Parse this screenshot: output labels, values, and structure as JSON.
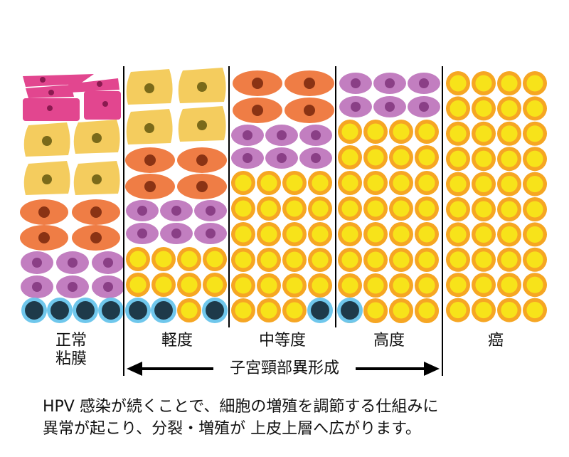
{
  "stages": [
    {
      "id": "normal",
      "label_line1": "正常",
      "label_line2": "粘膜"
    },
    {
      "id": "mild",
      "label": "軽度"
    },
    {
      "id": "moderate",
      "label": "中等度"
    },
    {
      "id": "severe",
      "label": "高度"
    },
    {
      "id": "cancer",
      "label": "癌"
    }
  ],
  "cin_label": "子宮頸部異形成",
  "caption": {
    "line1": "HPV 感染が続くことで、細胞の増殖を調節する仕組みに",
    "line2": "異常が起こり、分裂・増殖が 上皮上層へ広がります。"
  },
  "colors": {
    "superficial_pink": "#e2468f",
    "intermediate_yellow": "#f4cc5e",
    "parabasal_orange": "#ef7d45",
    "parabasal_purple": "#c27ec0",
    "abnormal_yellow": "#f7e31a",
    "abnormal_ring": "#f6a623",
    "basal_blue": "#6fc7ec",
    "basal_nucleus": "#1e3a4a",
    "divider": "#000000"
  }
}
